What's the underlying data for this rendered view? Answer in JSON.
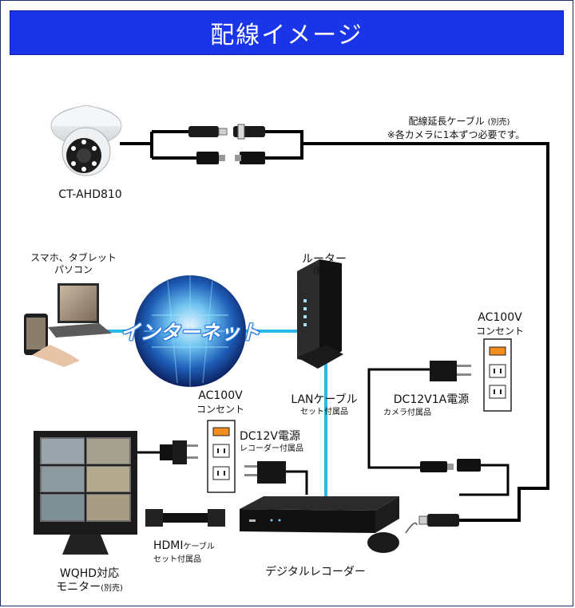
{
  "title": "配線イメージ",
  "labels": {
    "camera_model": "CT-AHD810",
    "extension_cable": "配線延長ケーブル",
    "extension_cable_note": "(別売)",
    "extension_cable_required": "※各カメラに1本ずつ必要です。",
    "devices_line1": "スマホ、タブレット",
    "devices_line2": "パソコン",
    "internet": "インターネット",
    "router": "ルーター",
    "router_note": "(別売)",
    "outlet_right_1": "AC100V",
    "outlet_right_2": "コンセント",
    "camera_psu_1": "DC12V1A電源",
    "camera_psu_2": "カメラ付属品",
    "lan_cable_1": "LANケーブル",
    "lan_cable_2": "セット付属品",
    "outlet_left_1": "AC100V",
    "outlet_left_2": "コンセント",
    "recorder_psu_1": "DC12V電源",
    "recorder_psu_2": "レコーダー付属品",
    "hdmi_1": "HDMI",
    "hdmi_1_suffix": "ケーブル",
    "hdmi_2": "セット付属品",
    "monitor_1": "WQHD対応",
    "monitor_2": "モニター",
    "monitor_note": "(別売)",
    "recorder": "デジタルレコーダー"
  },
  "colors": {
    "title_bg": "#1a35e8",
    "cable": "#000000",
    "network": "#29b8e8",
    "outlet_led": "#f28c1e"
  },
  "icons": [
    "dome-camera-icon",
    "smartphone-icon",
    "laptop-icon",
    "globe-icon",
    "router-icon",
    "power-outlet-icon",
    "power-adapter-icon",
    "monitor-icon",
    "recorder-icon",
    "mouse-icon",
    "bnc-connector-icon",
    "dc-plug-icon",
    "hdmi-plug-icon"
  ]
}
